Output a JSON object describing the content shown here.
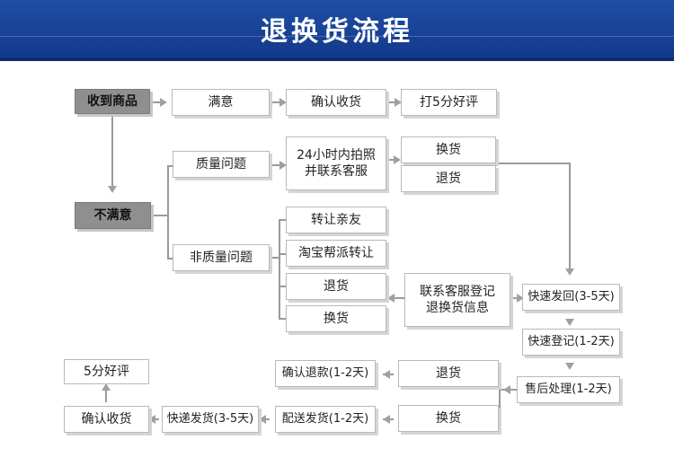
{
  "title": "退换货流程",
  "nodes": {
    "received": "收到商品",
    "satisfied": "满意",
    "confirm_receipt_top": "确认收货",
    "rate_top": "打5分好评",
    "unsatisfied": "不满意",
    "quality_issue": "质量问题",
    "photo_line1": "24小时内拍照",
    "photo_line2": "并联系客服",
    "exchange_top": "换货",
    "return_top": "退货",
    "non_quality_issue": "非质量问题",
    "transfer_friends": "转让亲友",
    "taobao_help": "淘宝帮派转让",
    "return_mid": "退货",
    "exchange_mid": "换货",
    "register_line1": "联系客服登记",
    "register_line2": "退换货信息",
    "express_send_back": "快速发回(3-5天)",
    "express_register": "快速登记(1-2天)",
    "after_sales": "售后处理(1-2天)",
    "return_bottom": "退货",
    "exchange_bottom": "换货",
    "confirm_refund": "确认退款(1-2天)",
    "deliver": "配送发货(1-2天)",
    "express_ship": "快递发货(3-5天)",
    "confirm_receipt_bottom": "确认收货",
    "rate_bottom": "5分好评"
  }
}
